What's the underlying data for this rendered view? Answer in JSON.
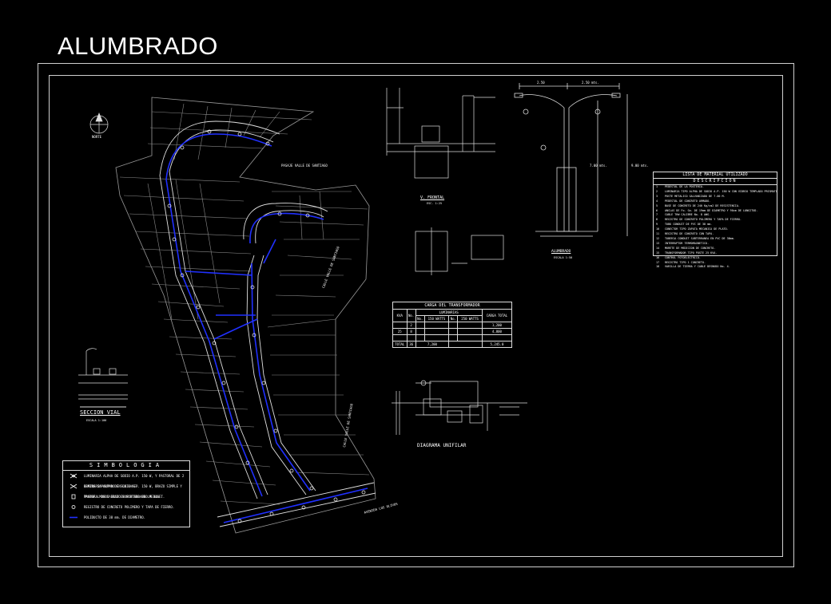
{
  "title": "ALUMBRADO",
  "labels": {
    "seccion_vial": "SECCION VIAL",
    "seccion_vial_scale": "ESCALA 1:100",
    "vista_frontal": "V. FRONTAL",
    "vista_frontal_scale": "ESC. 1:25",
    "alumbrado_detail": "ALUMBRADO",
    "alumbrado_scale": "ESCALA 1:50",
    "diagrama": "DIAGRAMA UNIFILAR",
    "street_name_1": "PASAJE VALLE DE SANTIAGO",
    "street_name_2": "CALLE VALLE DE SANTIAGO",
    "street_name_3": "CALLE VALLE DE SANTIAGO",
    "street_name_4": "AVENIDA LOS OLIVOS",
    "north": "NORTE",
    "pole_dim_left": "2.50",
    "pole_dim_right": "2.50 mts.",
    "pole_height": "7.00 mts.",
    "pole_total": "9.00 mts."
  },
  "symbology": {
    "title": "SIMBOLOGIA",
    "rows": [
      {
        "icon": "double-luminaire-icon",
        "text": "LUMINARIA ALPHA DE SODIO A.P. 150 W, Y PASTORAL DE 2 BRAZOS SOPORTADO EN LA BASE."
      },
      {
        "icon": "single-luminaire-icon",
        "text": "LUMINARIA ALPHA DE SODIO A.P. 150 W, BRAZO SIMPLE Y PASTORAL DE 1 BRAZO SOPORTADO EN LA BASE."
      },
      {
        "icon": "transformer-icon",
        "text": "TRANSF. MONOFASICO EN SUBTERRANEO MEDIA T."
      },
      {
        "icon": "registry-icon",
        "text": "REGISTRO DE CONCRETO POLIMERO Y TAPA DE FIERRO."
      },
      {
        "icon": "cable-line-icon",
        "text": "POLIDUCTO DE 38 mm. DE DIAMETRO."
      }
    ]
  },
  "materials": {
    "title": "LISTA DE MATERIAL UTILIZADO",
    "header": "DESCRIPCION",
    "rows": [
      {
        "n": "1",
        "text": "PEDESTAL DE LA POSTERIA."
      },
      {
        "n": "2",
        "text": "LUMINARIA TIPO ALPHA DE SODIO A.P. 150 W CON VIDRIO TEMPLADO PRISMATICO."
      },
      {
        "n": "3",
        "text": "POSTE METALICO GALVANIZADO DE 7.00 M."
      },
      {
        "n": "4",
        "text": "PEDESTAL DE CONCRETO ARMADO."
      },
      {
        "n": "5",
        "text": "BASE DE CONCRETO DE 240 Kg/cm2 DE RESISTENCIA."
      },
      {
        "n": "6",
        "text": "ANCLAS DE Fo. Go. DE 19mm DE DIAMETRO Y 90cm DE LONGITUD."
      },
      {
        "n": "7",
        "text": "CABLE THW CALIBRE No. 8 AWG."
      },
      {
        "n": "8",
        "text": "REGISTRO DE CONCRETO POLIMERO Y TAPA DE FIERRO."
      },
      {
        "n": "9",
        "text": "TUBO CONDUIT DE PVC DE 38 mm."
      },
      {
        "n": "10",
        "text": "CONECTOR TIPO ZAPATA MECANICA DE PLATO."
      },
      {
        "n": "11",
        "text": "REGISTRO DE CONCRETO CON TAPA."
      },
      {
        "n": "12",
        "text": "TUBERIA CONDUIT SUBTERRANEA EN PVC DE 38mm."
      },
      {
        "n": "13",
        "text": "INTERRUPTOR TERMOMAGNETICO."
      },
      {
        "n": "14",
        "text": "MURETE DE MEDICION DE CONCRETO."
      },
      {
        "n": "15",
        "text": "TRANSFORMADOR TIPO POSTE 25 KVA."
      },
      {
        "n": "16",
        "text": "CONTROL FOTOELECTRICO."
      },
      {
        "n": "17",
        "text": "REGISTRO TIPO 1 CONCRETO."
      },
      {
        "n": "18",
        "text": "VARILLA DE TIERRA Y CABLE DESNUDO No. 4."
      }
    ]
  },
  "load_table": {
    "title": "CARGA DEL TRANSFORMADOR",
    "col1": "KVA",
    "col2": "No.",
    "col3": "LUMINARIAS",
    "col4": "CARGA TOTAL",
    "sub": [
      "No.",
      "150 WATTS",
      "No.",
      "250 WATTS"
    ],
    "rows": [
      [
        "",
        "2",
        "",
        "",
        "",
        "",
        "1,200"
      ],
      [
        "25",
        "8",
        "",
        "",
        "",
        "",
        "4,800"
      ],
      [
        "",
        "",
        "",
        "",
        "",
        "",
        ""
      ]
    ],
    "total_label": "TOTAL",
    "total_no": "36",
    "total_w": "7,200",
    "total_kva": "5,245.0"
  },
  "colors": {
    "background": "#000000",
    "lines": "#ffffff",
    "cable": "#2030ff",
    "lot_border": "#9a9a9a"
  }
}
